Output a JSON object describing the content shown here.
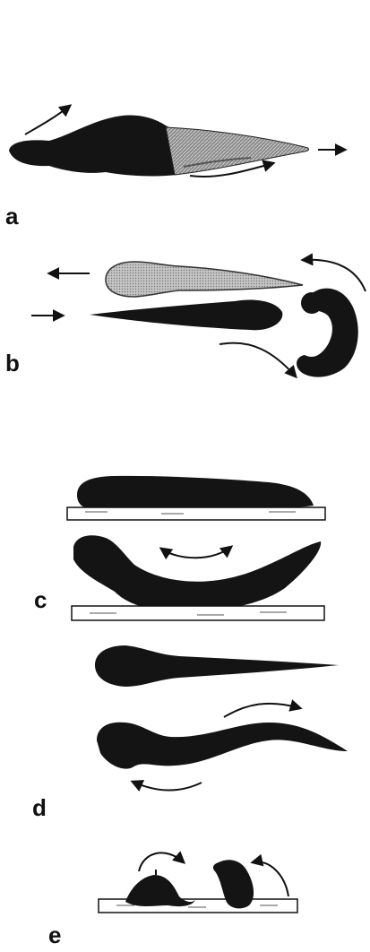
{
  "panels": [
    {
      "id": "a",
      "label": "a"
    },
    {
      "id": "b",
      "label": "b"
    },
    {
      "id": "c",
      "label": "c"
    },
    {
      "id": "d",
      "label": "d"
    },
    {
      "id": "e",
      "label": "e"
    }
  ],
  "colors": {
    "ink": "#111111",
    "shaded": "#9a9a9a",
    "light_body": "#b8b8b8",
    "substrate": "#ffffff"
  },
  "icons": [
    "fish-silhouette",
    "curved-arrow",
    "straight-arrow",
    "substrate-bar"
  ]
}
